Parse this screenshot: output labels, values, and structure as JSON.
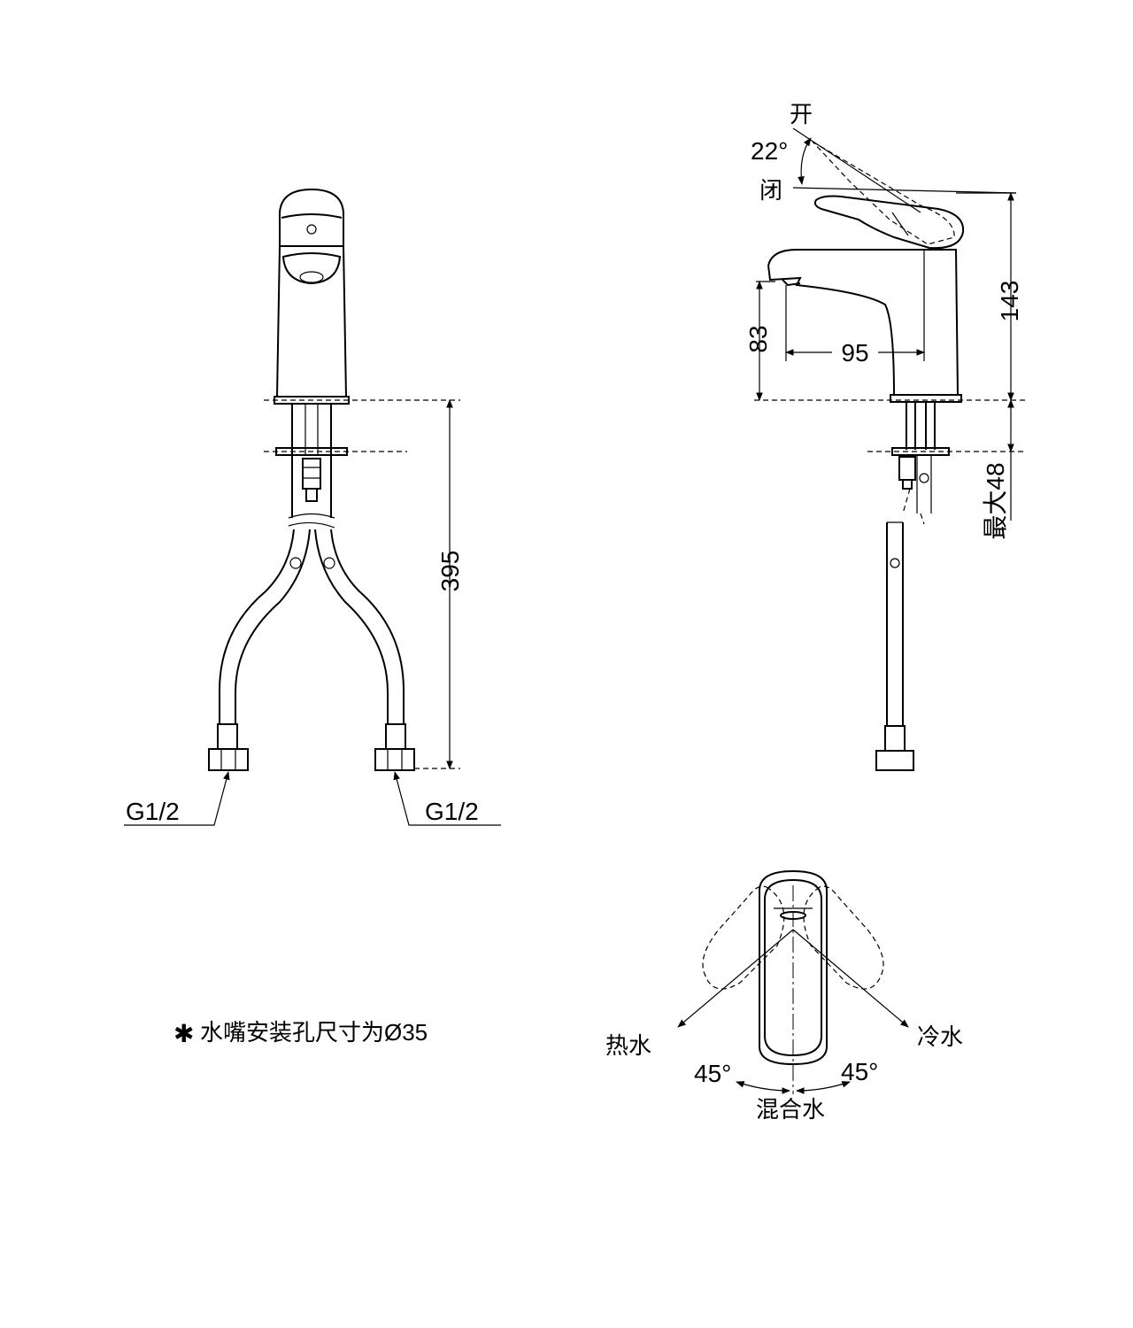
{
  "front_view": {
    "dim_height": "395",
    "thread_left": "G1/2",
    "thread_right": "G1/2"
  },
  "side_view": {
    "label_open": "开",
    "label_closed": "闭",
    "angle_lever": "22°",
    "dim_total_height": "143",
    "dim_spout_height": "83",
    "dim_spout_reach": "95",
    "dim_max_thickness": "最大48"
  },
  "top_view": {
    "label_hot": "热水",
    "label_cold": "冷水",
    "label_mixed": "混合水",
    "angle_left": "45°",
    "angle_right": "45°"
  },
  "note": {
    "symbol": "✱",
    "text": "水嘴安装孔尺寸为Ø35"
  }
}
